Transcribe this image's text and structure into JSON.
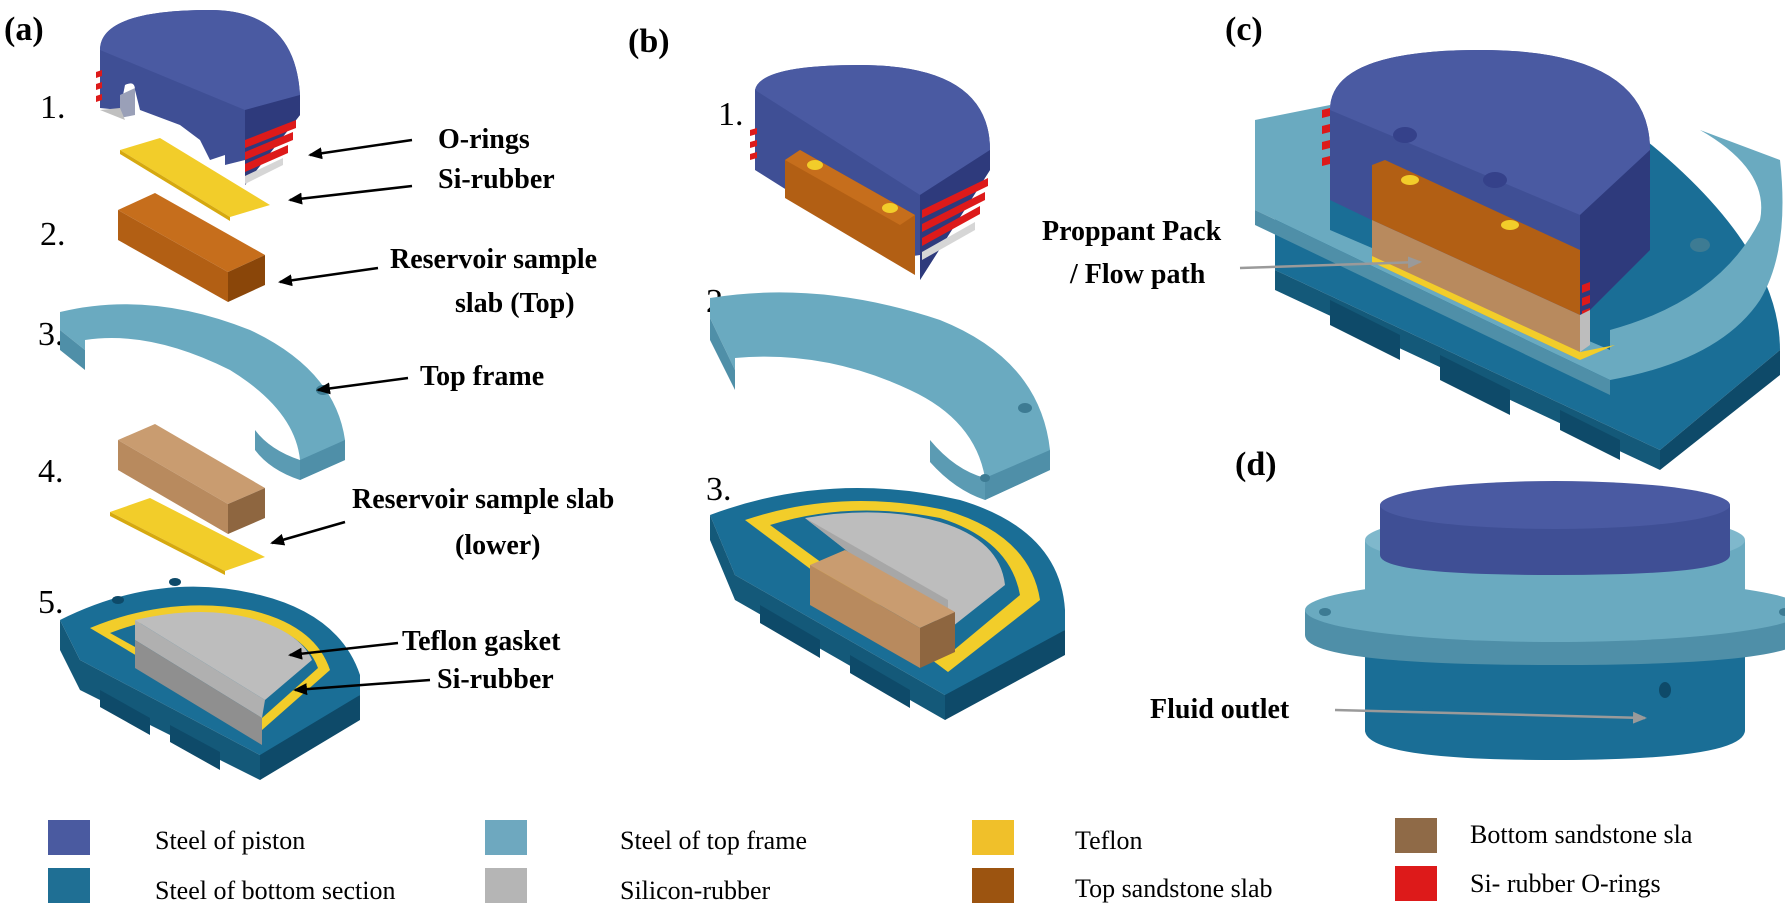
{
  "colors": {
    "piston": "#3f4f95",
    "piston_side": "#2e3a7c",
    "piston_inner": "#35418a",
    "top_frame": "#6aaac0",
    "top_frame_side": "#4f8fa8",
    "bottom": "#1a6e96",
    "bottom_side": "#145979",
    "bottom_dark": "#0e4a69",
    "silicon": "#b8b8b8",
    "silicon_side": "#9a9a9a",
    "teflon": "#f2cd2a",
    "teflon_side": "#d6a90f",
    "top_slab": "#b25f14",
    "top_slab_side": "#8a4609",
    "bottom_slab": "#b88a5e",
    "bottom_slab_side": "#8e6640",
    "oring": "#dd1a1a",
    "arrow_black": "#000000",
    "arrow_gray": "#9a9a9a"
  },
  "panels": {
    "a": {
      "label": "(a)",
      "steps": [
        "1.",
        "2.",
        "3.",
        "4.",
        "5."
      ],
      "callouts": {
        "orings": "O-rings",
        "sirubber_top": "Si-rubber",
        "reservoir_top_1": "Reservoir sample",
        "reservoir_top_2": "slab (Top)",
        "top_frame": "Top frame",
        "reservoir_lower_1": "Reservoir sample slab",
        "reservoir_lower_2": "(lower)",
        "teflon_gasket": "Teflon gasket",
        "sirubber_bottom": "Si-rubber"
      }
    },
    "b": {
      "label": "(b)",
      "steps": [
        "1.",
        "2.",
        "3."
      ]
    },
    "c": {
      "label": "(c)",
      "callouts": {
        "proppant_1": "Proppant Pack",
        "proppant_2": "/ Flow path"
      }
    },
    "d": {
      "label": "(d)",
      "callouts": {
        "fluid_outlet": "Fluid outlet"
      }
    }
  },
  "legend": [
    {
      "label": "Steel of piston",
      "color": "#4a5aa0"
    },
    {
      "label": "Steel of bottom section",
      "color": "#1f6f94"
    },
    {
      "label": "Steel of top frame",
      "color": "#6ea8bf"
    },
    {
      "label": "Silicon-rubber",
      "color": "#b5b5b5"
    },
    {
      "label": "Teflon",
      "color": "#f0c02a"
    },
    {
      "label": "Top sandstone slab",
      "color": "#9c5410"
    },
    {
      "label": "Bottom sandstone sla",
      "color": "#8f6a47"
    },
    {
      "label": "Si- rubber O-rings",
      "color": "#dd1a1a"
    }
  ]
}
